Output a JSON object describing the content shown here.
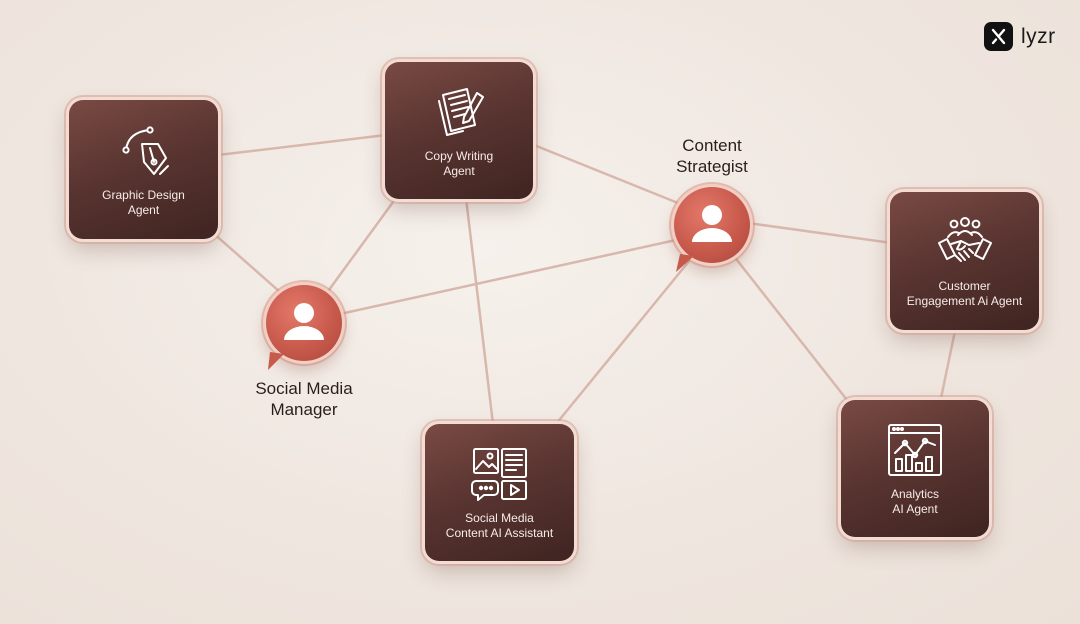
{
  "brand": {
    "name": "lyzr"
  },
  "agents": [
    {
      "id": "graphic-design",
      "label": "Graphic Design\nAgent",
      "icon": "pen-tool-icon"
    },
    {
      "id": "copy-writing",
      "label": "Copy Writing\nAgent",
      "icon": "document-pencil-icon"
    },
    {
      "id": "customer-engagement",
      "label": "Customer\nEngagement Ai Agent",
      "icon": "handshake-people-icon"
    },
    {
      "id": "analytics",
      "label": "Analytics\nAI Agent",
      "icon": "analytics-chart-icon"
    },
    {
      "id": "social-content",
      "label": "Social Media\nContent AI Assistant",
      "icon": "media-content-icon"
    }
  ],
  "roles": [
    {
      "id": "content-strategist",
      "label": "Content\nStrategist",
      "icon": "user-icon"
    },
    {
      "id": "social-media-manager",
      "label": "Social Media\nManager",
      "icon": "user-icon"
    }
  ],
  "colors": {
    "background": "#efe6df",
    "agent_card": "#5a3531",
    "role_bubble": "#c85a4c",
    "connector": "#d9b8ae"
  },
  "connections": [
    [
      "graphic-design",
      "copy-writing"
    ],
    [
      "graphic-design",
      "social-media-manager"
    ],
    [
      "copy-writing",
      "social-media-manager"
    ],
    [
      "copy-writing",
      "content-strategist"
    ],
    [
      "copy-writing",
      "social-content"
    ],
    [
      "social-media-manager",
      "content-strategist"
    ],
    [
      "content-strategist",
      "customer-engagement"
    ],
    [
      "content-strategist",
      "analytics"
    ],
    [
      "content-strategist",
      "social-content"
    ],
    [
      "customer-engagement",
      "analytics"
    ]
  ]
}
